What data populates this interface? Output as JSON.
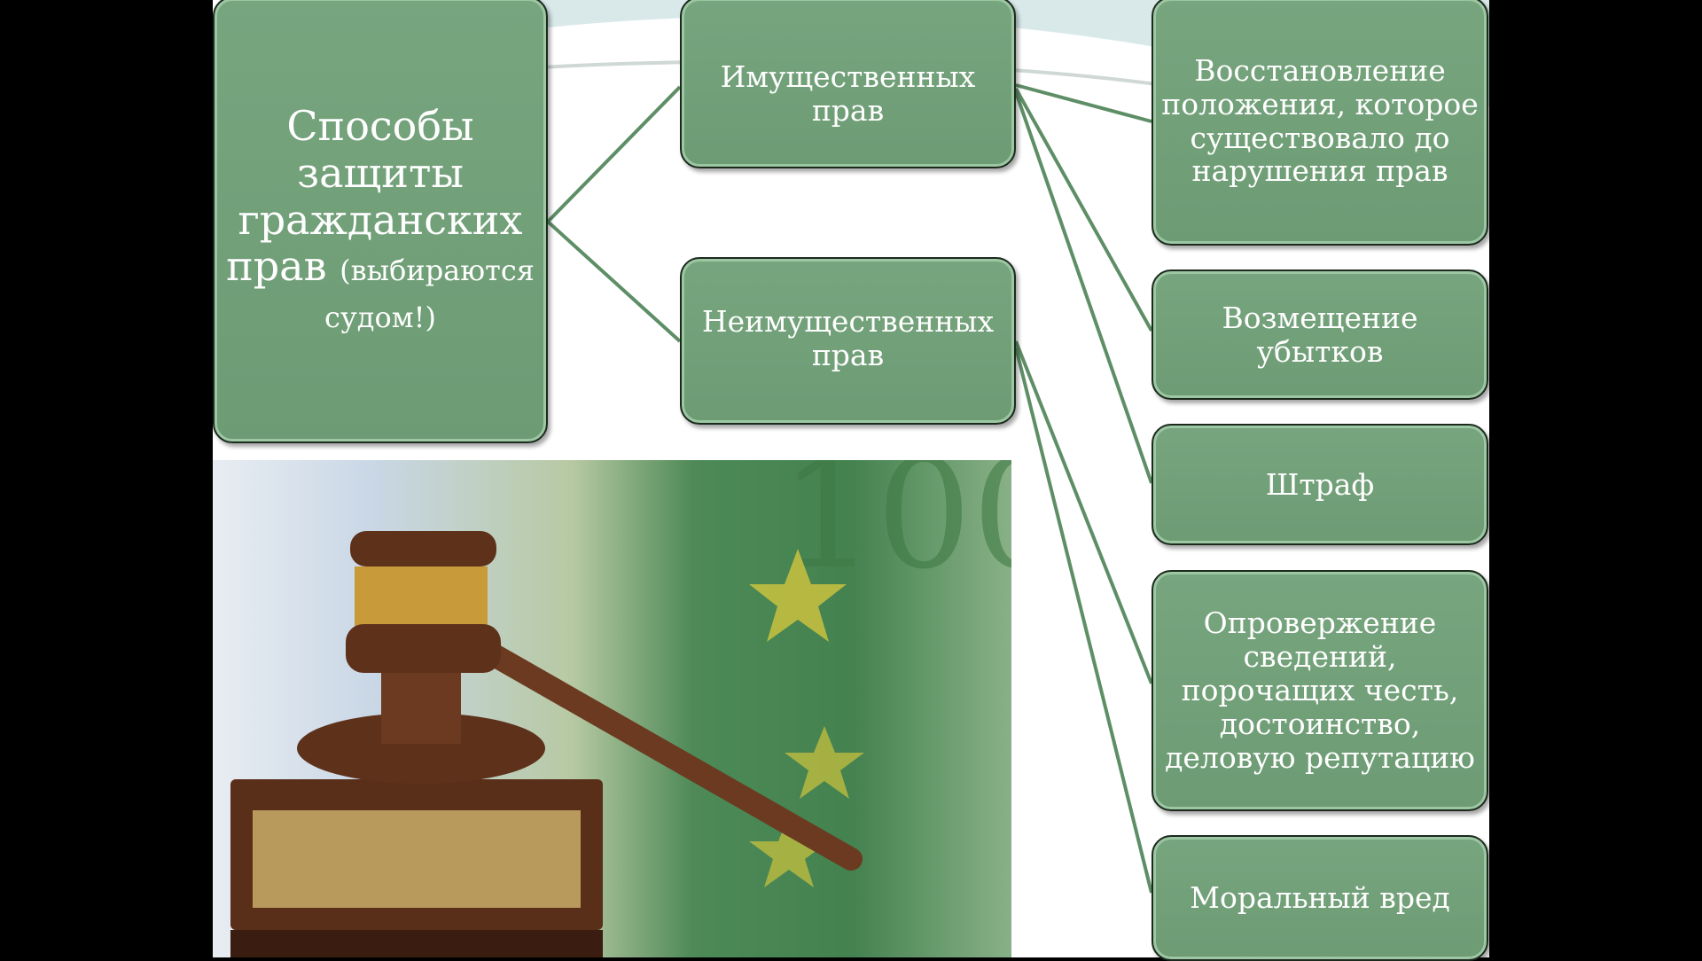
{
  "root": {
    "title": "Способы защиты гражданских прав",
    "note": "(выбираются судом!)"
  },
  "branches": [
    "Имущественных прав",
    "Неимущественных прав"
  ],
  "methods": [
    "Восстановление положения, которое существовало до нарушения прав",
    "Возмещение убытков",
    "Штраф",
    "Опровержение сведений, порочащих честь, достоинство, деловую репутацию",
    "Моральный вред"
  ],
  "colors": {
    "box": "#72a07a",
    "line": "#5e8e66"
  }
}
